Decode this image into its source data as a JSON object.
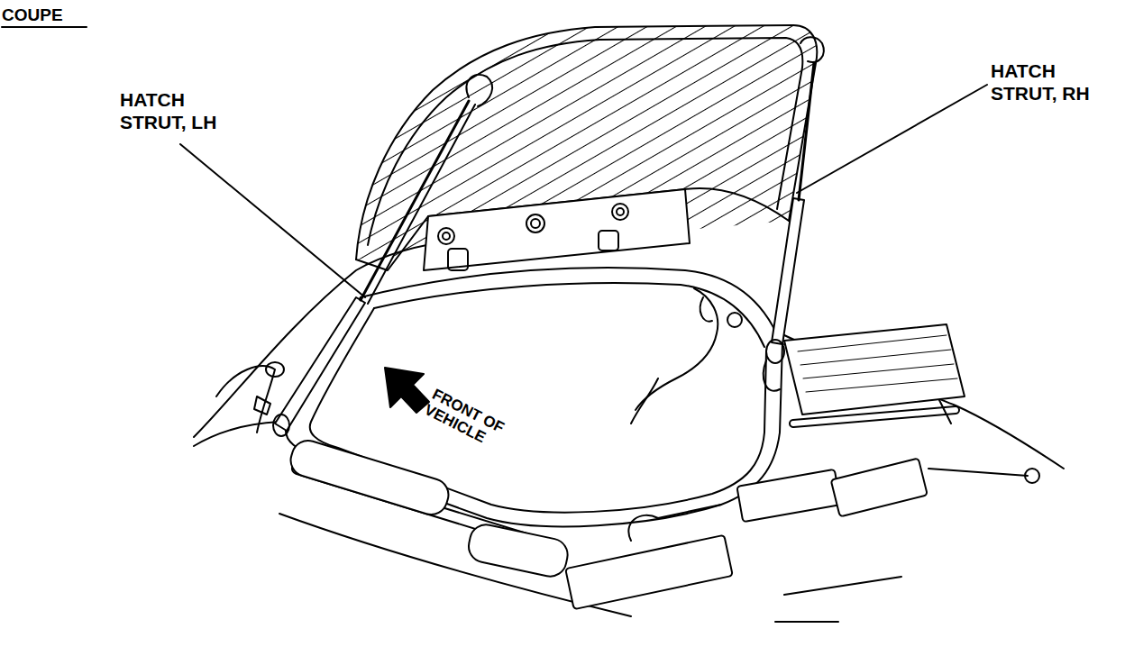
{
  "diagram": {
    "title": "COUPE",
    "labels": [
      "HATCH STRUT, LH",
      "HATCH STRUT, RH",
      "FRONT OF VEHICLE"
    ]
  }
}
